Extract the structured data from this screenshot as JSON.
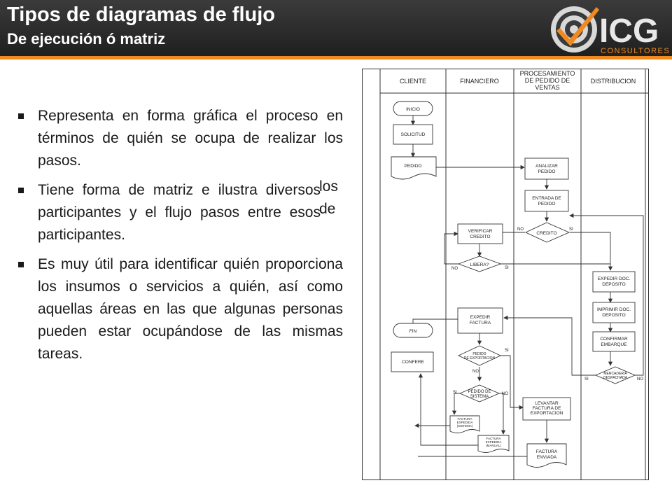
{
  "header": {
    "title": "Tipos de diagramas de flujo",
    "subtitle": "De ejecución ó matriz",
    "logo_text": "ICG",
    "logo_subtext": "CONSULTORES",
    "accent_color": "#f08a20",
    "bar_color": "#2b2b2b"
  },
  "content": {
    "bullets": [
      "Representa en forma gráfica el proceso en términos de quién se ocupa de realizar los pasos.",
      "Tiene forma de matriz e ilustra diversos participantes y el flujo pasos entre esos participantes.",
      "Es muy útil para identificar quién proporciona los insumos o servicios a quién, así como aquellas áreas en las que algunas personas pueden estar ocupándose de las mismas tareas."
    ],
    "spill_words": [
      "los",
      "de"
    ]
  },
  "diagram": {
    "lanes": [
      "CLIENTE",
      "FINANCIERO",
      "PROCESAMIENTO DE PEDIDO DE VENTAS",
      "DISTRIBUCION"
    ],
    "lane_lines": {
      "procesamiento": [
        "PROCESAMIENTO",
        "DE PEDIDO DE",
        "VENTAS"
      ]
    },
    "nodes": {
      "inicio": "INICIO",
      "solicitud": "SOLICITUD",
      "pedido": "PEDIDO",
      "fin": "FIN",
      "confere": "CONFERE",
      "verificar": [
        "VERIFICAR",
        "CREDITO"
      ],
      "libera": "LIBERA?",
      "expedir_factura": [
        "EXPEDIR",
        "FACTURA"
      ],
      "pedido_exportacion": [
        "PEDIDO",
        "DE EXPORTACION"
      ],
      "pedido_sistema": [
        "PEDIDO DE",
        "SISTEMA"
      ],
      "factura_sistema": [
        "FACTURA",
        "EXPEDIDA",
        "(SISTEMA)"
      ],
      "factura_manual": [
        "FACTURA",
        "EXPEDIDA",
        "(MANUAL)"
      ],
      "analizar": [
        "ANALIZAR",
        "PEDIDO"
      ],
      "entrada": [
        "ENTRADA DE",
        "PEDIDO"
      ],
      "credito": "CREDITO",
      "levantar": [
        "LEVANTAR",
        "FACTURA DE",
        "EXPORTACION"
      ],
      "factura_enviada": [
        "FACTURA",
        "ENVIADA"
      ],
      "expedir_doc": [
        "EXPEDIR DOC.",
        "DEPOSITO"
      ],
      "imprimir_doc": [
        "IMPRIMIR DOC.",
        "DEPOSITO"
      ],
      "confirmar": [
        "CONFIRMAR",
        "EMBARQUE"
      ],
      "mercaderia": [
        "MERCADERIA",
        "DESPACHADA"
      ]
    },
    "labels": {
      "no": "NO",
      "si": "SI"
    }
  }
}
